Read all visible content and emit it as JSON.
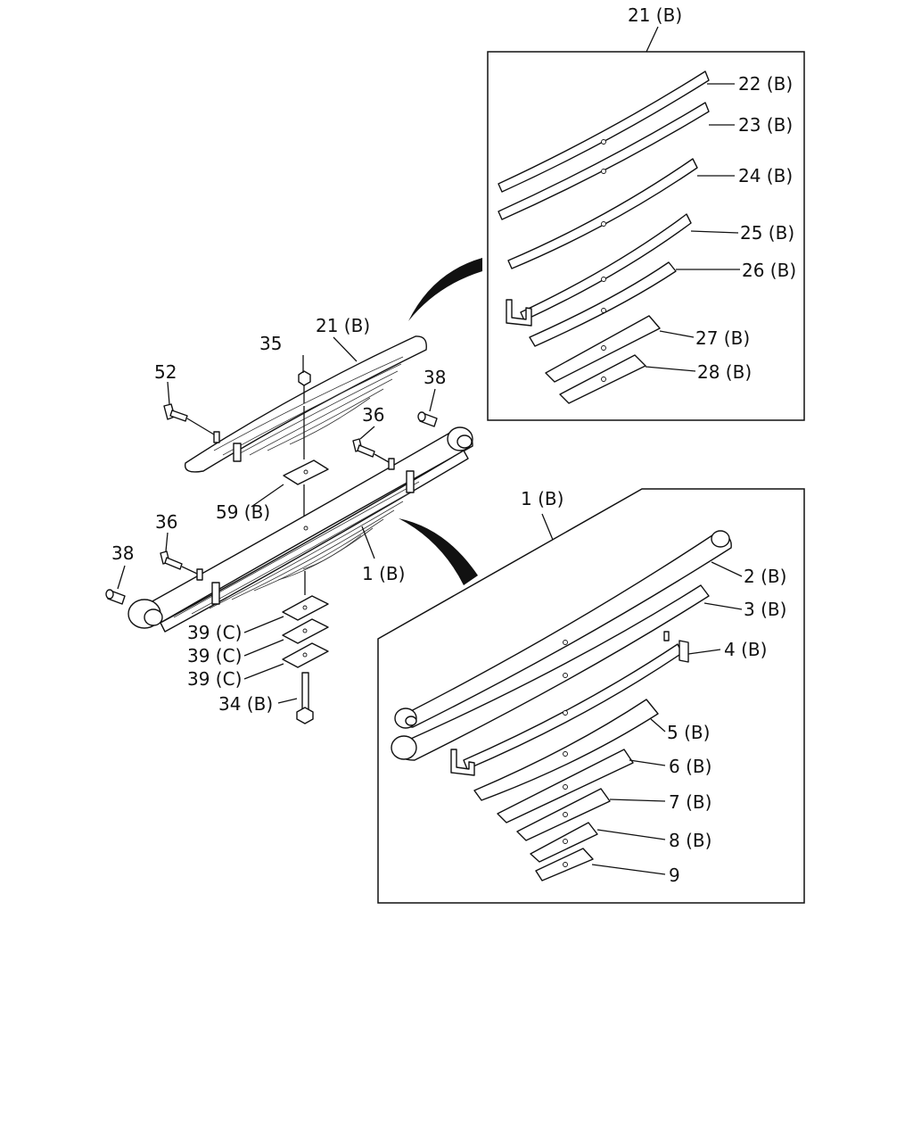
{
  "labels": {
    "l21b_top": "21 (B)",
    "l22b": "22 (B)",
    "l23b": "23 (B)",
    "l24b": "24 (B)",
    "l25b": "25 (B)",
    "l26b": "26 (B)",
    "l27b": "27 (B)",
    "l28b": "28 (B)",
    "l52": "52",
    "l35": "35",
    "l21b_main": "21 (B)",
    "l38_right": "38",
    "l36_right": "36",
    "l59b": "59 (B)",
    "l36_left": "36",
    "l38_left": "38",
    "l1b_main": "1 (B)",
    "l39c_1": "39 (C)",
    "l39c_2": "39 (C)",
    "l39c_3": "39 (C)",
    "l34b": "34 (B)",
    "l1b_box": "1 (B)",
    "l2b": "2 (B)",
    "l3b": "3 (B)",
    "l4b": "4 (B)",
    "l5b": "5 (B)",
    "l6b": "6 (B)",
    "l7b": "7 (B)",
    "l8b": "8 (B)",
    "l9": "9"
  }
}
